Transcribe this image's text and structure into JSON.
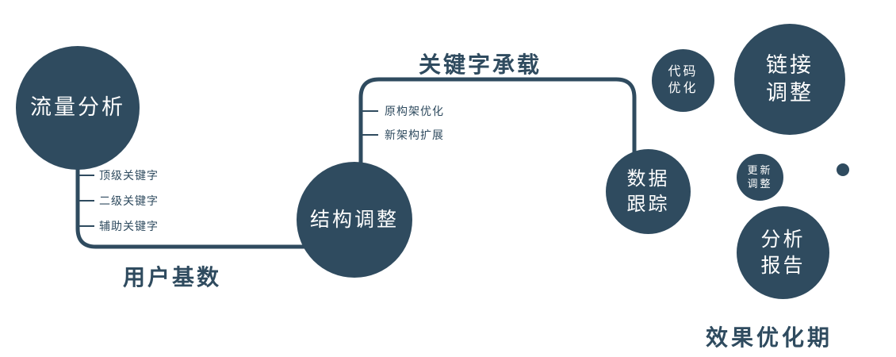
{
  "colors": {
    "node_fill": "#2f4b5f",
    "node_text": "#ffffff",
    "connector": "#2f4b5f",
    "label_text": "#2f4b5f",
    "background": "#ffffff"
  },
  "diagram": {
    "nodes": [
      {
        "name": "traffic-analysis",
        "label": "流量分析"
      },
      {
        "name": "structure-adjustment",
        "label": "结构调整"
      },
      {
        "name": "data-tracking",
        "label": "数据\n跟踪"
      },
      {
        "name": "code-optimization",
        "label": "代码\n优化"
      },
      {
        "name": "link-adjustment",
        "label": "链接\n调整"
      },
      {
        "name": "update-adjustment",
        "label": "更新\n调整"
      },
      {
        "name": "analysis-report",
        "label": "分析\n报告"
      }
    ],
    "edge_labels": [
      {
        "name": "keyword-carrying",
        "label": "关键字承载"
      },
      {
        "name": "user-base",
        "label": "用户基数"
      }
    ],
    "branch_labels": {
      "left": [
        "顶级关键字",
        "二级关键字",
        "辅助关键字"
      ],
      "middle": [
        "原构架优化",
        "新架构扩展"
      ]
    },
    "caption": "效果优化期"
  }
}
